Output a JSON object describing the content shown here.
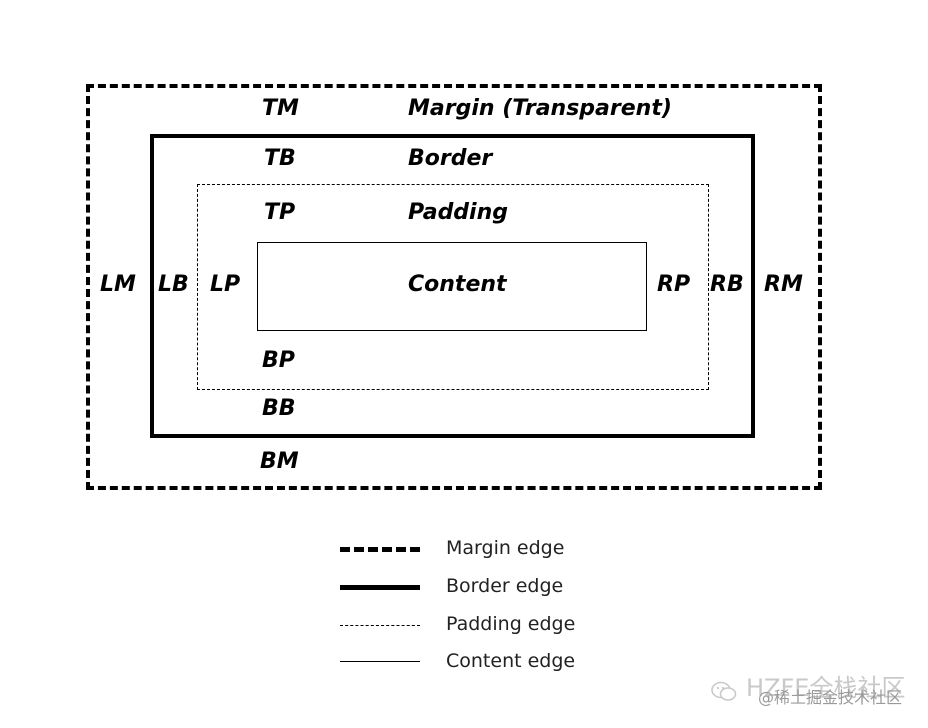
{
  "diagram": {
    "labels": {
      "tm": "TM",
      "margin": "Margin (Transparent)",
      "tb": "TB",
      "border": "Border",
      "tp": "TP",
      "padding": "Padding",
      "content": "Content",
      "lm": "LM",
      "lb": "LB",
      "lp": "LP",
      "rp": "RP",
      "rb": "RB",
      "rm": "RM",
      "bp": "BP",
      "bb": "BB",
      "bm": "BM"
    }
  },
  "legend": {
    "margin_edge": "Margin edge",
    "border_edge": "Border edge",
    "padding_edge": "Padding edge",
    "content_edge": "Content edge"
  },
  "watermark": {
    "main": "HZFE全栈社区",
    "sub": "@稀土掘金技术社区"
  }
}
